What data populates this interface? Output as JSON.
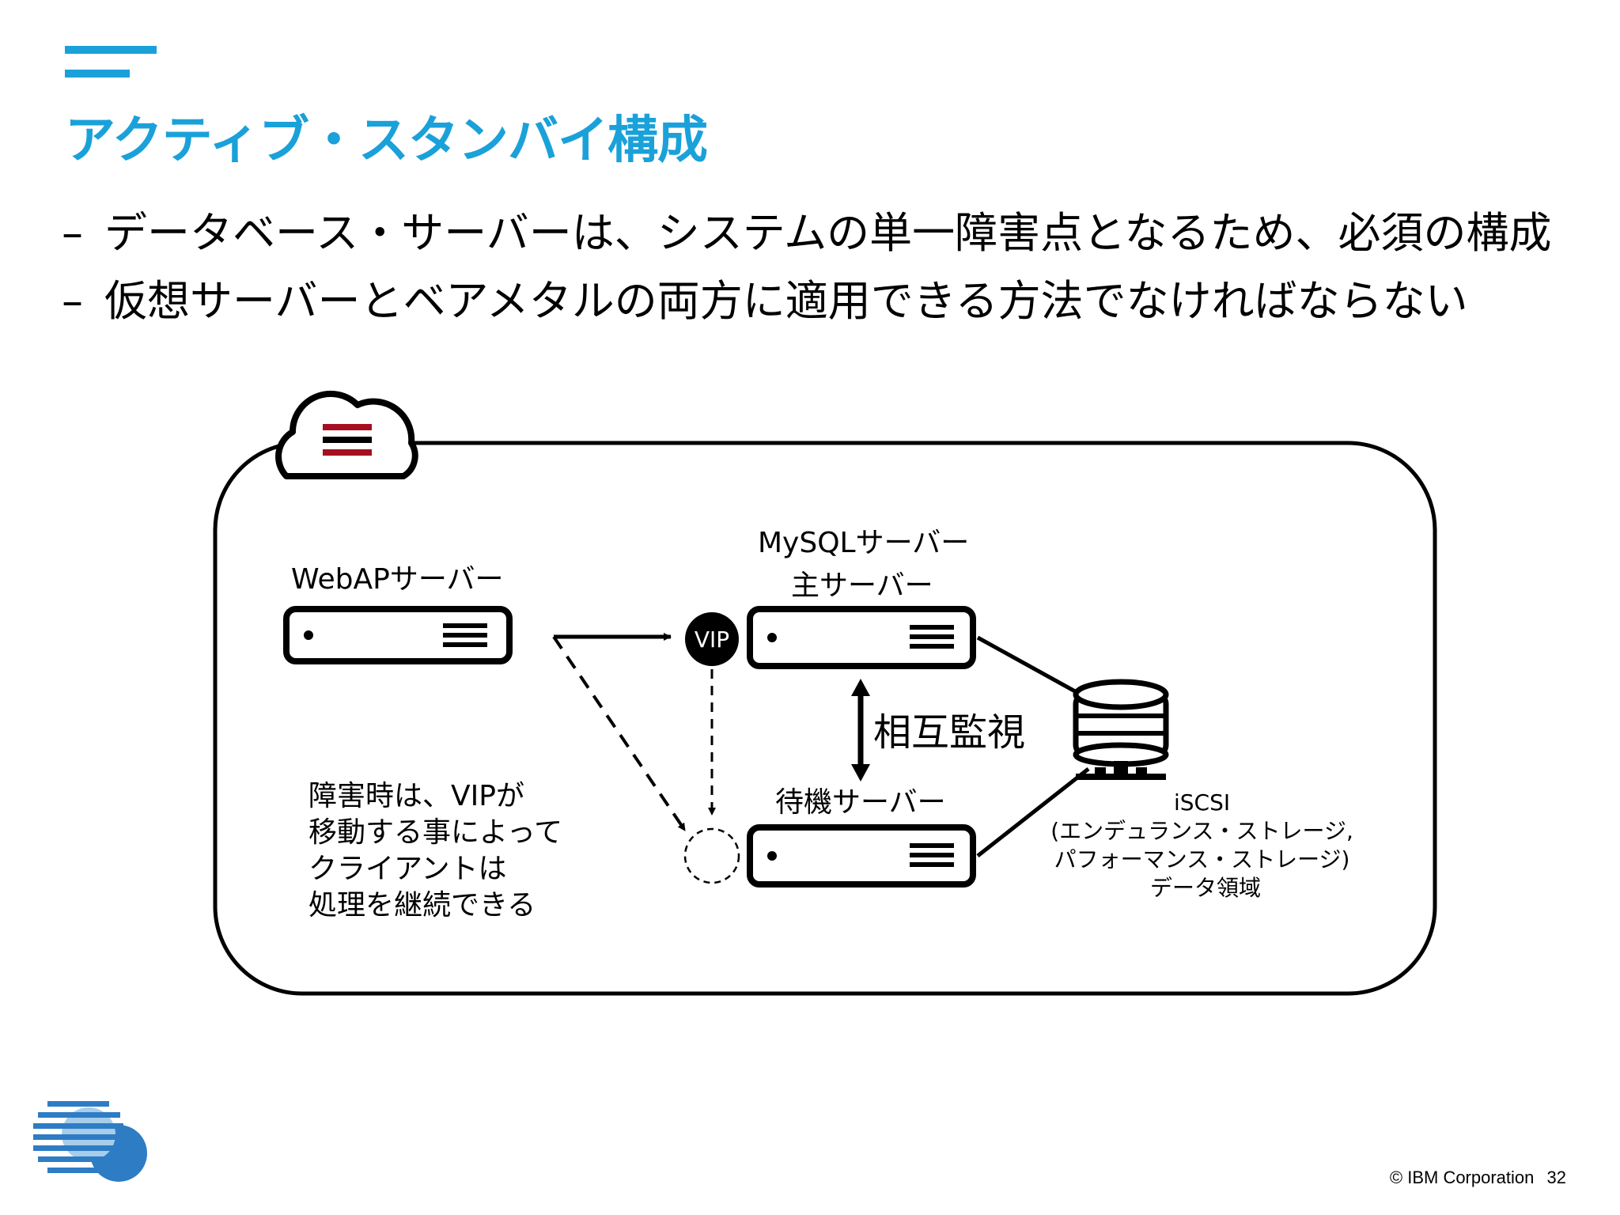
{
  "slide": {
    "title": "アクティブ・スタンバイ構成",
    "bullets": [
      "データベース・サーバーは、システムの単一障害点となるため、必須の構成",
      "仮想サーバーとベアメタルの両方に適用できる方法でなければならない"
    ],
    "bullet_marker": "–"
  },
  "diagram": {
    "webap_label": "WebAPサーバー",
    "mysql_label": "MySQLサーバー",
    "primary_label": "主サーバー",
    "standby_label": "待機サーバー",
    "vip_label": "VIP",
    "mutual_label": "相互監視",
    "failover_note": [
      "障害時は、VIPが",
      "移動する事によって",
      "クライアントは",
      "処理を継続できる"
    ],
    "storage_label": [
      "iSCSI",
      "(エンデュランス・ストレージ,",
      "パフォーマンス・ストレージ)",
      "データ領域"
    ]
  },
  "footer": {
    "copyright": "© IBM Corporation",
    "page_number": "32"
  },
  "colors": {
    "accent": "#1aa1d9",
    "cloud_logo_light": "#a7cdea",
    "cloud_logo_dark": "#2e7cc4",
    "cloud_icon_stripe": "#a50f1f",
    "line": "#000000"
  }
}
